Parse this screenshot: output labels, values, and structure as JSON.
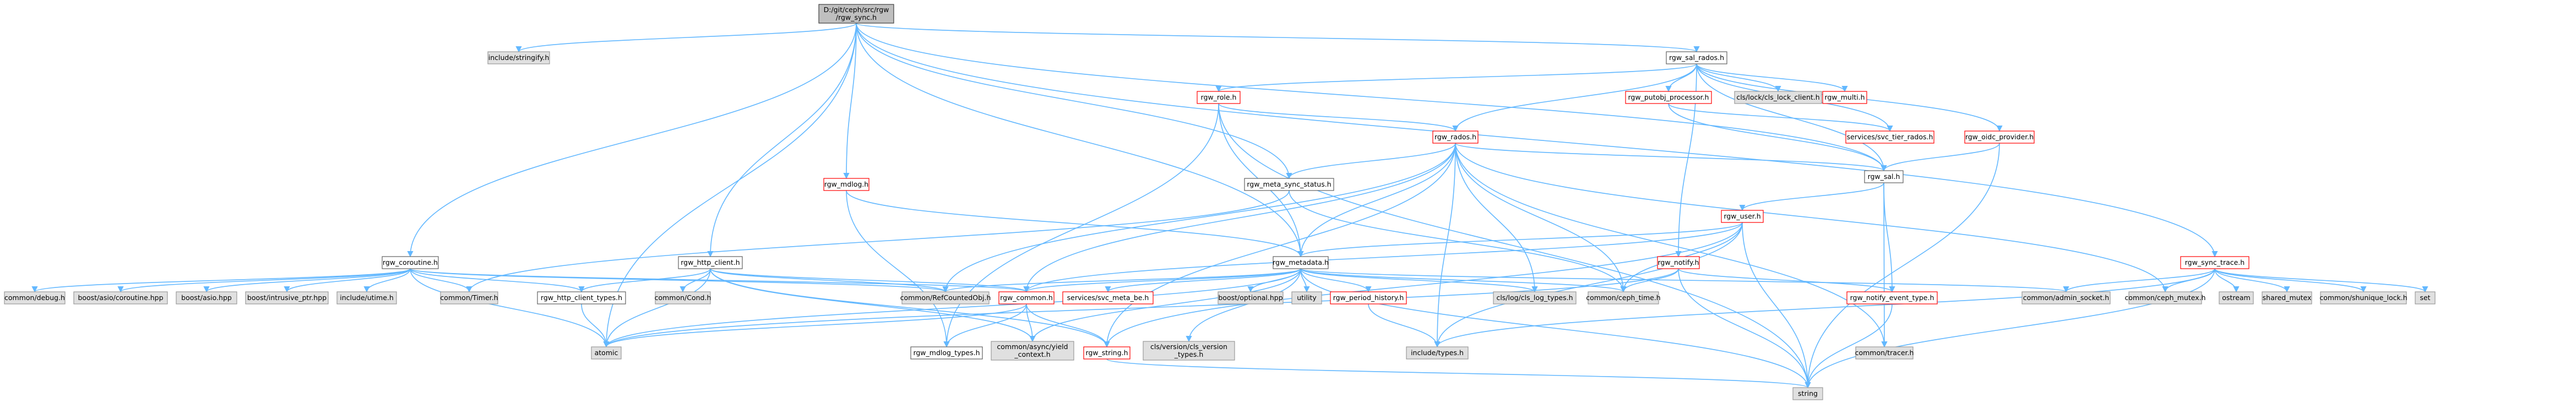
{
  "diagram": {
    "type": "include-dependency-graph",
    "colors": {
      "edge": "#63b8ff",
      "root_fill": "#bfbfbf",
      "linked_border": "#606060",
      "incomplete_border": "#ff0000",
      "external_fill": "#e0e0e0"
    },
    "nodes": [
      {
        "id": "n0",
        "label": [
          "D:/git/ceph/src/rgw",
          "/rgw_sync.h"
        ],
        "style": "root"
      },
      {
        "id": "n1",
        "label": [
          "include/stringify.h"
        ],
        "style": "grey"
      },
      {
        "id": "n2",
        "label": [
          "rgw_coroutine.h"
        ],
        "style": "linked"
      },
      {
        "id": "n3",
        "label": [
          "rgw_http_client.h"
        ],
        "style": "linked"
      },
      {
        "id": "n4",
        "label": [
          "rgw_mdlog.h"
        ],
        "style": "red"
      },
      {
        "id": "n5",
        "label": [
          "rgw_meta_sync_status.h"
        ],
        "style": "linked"
      },
      {
        "id": "n6",
        "label": [
          "rgw_sal_rados.h"
        ],
        "style": "linked"
      },
      {
        "id": "n7",
        "label": [
          "rgw_role.h"
        ],
        "style": "red"
      },
      {
        "id": "n8",
        "label": [
          "rgw_rados.h"
        ],
        "style": "red"
      },
      {
        "id": "n9",
        "label": [
          "rgw_putobj_processor.h"
        ],
        "style": "red"
      },
      {
        "id": "n10",
        "label": [
          "cls/lock/cls_lock_client.h"
        ],
        "style": "grey"
      },
      {
        "id": "n11",
        "label": [
          "rgw_multi.h"
        ],
        "style": "red"
      },
      {
        "id": "n12",
        "label": [
          "services/svc_tier_rados.h"
        ],
        "style": "red"
      },
      {
        "id": "n13",
        "label": [
          "rgw_oidc_provider.h"
        ],
        "style": "red"
      },
      {
        "id": "n14",
        "label": [
          "rgw_sal.h"
        ],
        "style": "linked"
      },
      {
        "id": "n15",
        "label": [
          "rgw_user.h"
        ],
        "style": "red"
      },
      {
        "id": "n16",
        "label": [
          "rgw_notify.h"
        ],
        "style": "red"
      },
      {
        "id": "n17",
        "label": [
          "rgw_metadata.h"
        ],
        "style": "linked"
      },
      {
        "id": "n18",
        "label": [
          "rgw_sync_trace.h"
        ],
        "style": "red"
      },
      {
        "id": "n19",
        "label": [
          "common/RefCountedObj.h"
        ],
        "style": "grey"
      },
      {
        "id": "n20",
        "label": [
          "common/ceph_time.h"
        ],
        "style": "grey"
      },
      {
        "id": "n21",
        "label": [
          "cls/log/cls_log_types.h"
        ],
        "style": "grey"
      },
      {
        "id": "n22",
        "label": [
          "rgw_notify_event_type.h"
        ],
        "style": "red"
      },
      {
        "id": "n23",
        "label": [
          "common/admin_socket.h"
        ],
        "style": "grey"
      },
      {
        "id": "n24",
        "label": [
          "common/ceph_mutex.h"
        ],
        "style": "grey"
      },
      {
        "id": "n25",
        "label": [
          "ostream"
        ],
        "style": "grey"
      },
      {
        "id": "n26",
        "label": [
          "shared_mutex"
        ],
        "style": "grey"
      },
      {
        "id": "n27",
        "label": [
          "common/shunique_lock.h"
        ],
        "style": "grey"
      },
      {
        "id": "n28",
        "label": [
          "set"
        ],
        "style": "grey"
      },
      {
        "id": "n29",
        "label": [
          "common/debug.h"
        ],
        "style": "grey"
      },
      {
        "id": "n30",
        "label": [
          "boost/asio/coroutine.hpp"
        ],
        "style": "grey"
      },
      {
        "id": "n31",
        "label": [
          "boost/asio.hpp"
        ],
        "style": "grey"
      },
      {
        "id": "n32",
        "label": [
          "boost/intrusive_ptr.hpp"
        ],
        "style": "grey"
      },
      {
        "id": "n33",
        "label": [
          "include/utime.h"
        ],
        "style": "grey"
      },
      {
        "id": "n34",
        "label": [
          "common/Timer.h"
        ],
        "style": "grey"
      },
      {
        "id": "n35",
        "label": [
          "rgw_http_client_types.h"
        ],
        "style": "linked"
      },
      {
        "id": "n36",
        "label": [
          "common/Cond.h"
        ],
        "style": "grey"
      },
      {
        "id": "n37",
        "label": [
          "rgw_common.h"
        ],
        "style": "red"
      },
      {
        "id": "n38",
        "label": [
          "services/svc_meta_be.h"
        ],
        "style": "red"
      },
      {
        "id": "n39",
        "label": [
          "boost/optional.hpp"
        ],
        "style": "grey"
      },
      {
        "id": "n40",
        "label": [
          "utility"
        ],
        "style": "grey"
      },
      {
        "id": "n41",
        "label": [
          "rgw_period_history.h"
        ],
        "style": "red"
      },
      {
        "id": "n42",
        "label": [
          "atomic"
        ],
        "style": "grey"
      },
      {
        "id": "n43",
        "label": [
          "rgw_mdlog_types.h"
        ],
        "style": "linked"
      },
      {
        "id": "n44",
        "label": [
          "common/async/yield",
          "_context.h"
        ],
        "style": "grey"
      },
      {
        "id": "n45",
        "label": [
          "rgw_string.h"
        ],
        "style": "red"
      },
      {
        "id": "n46",
        "label": [
          "cls/version/cls_version",
          "_types.h"
        ],
        "style": "grey"
      },
      {
        "id": "n47",
        "label": [
          "include/types.h"
        ],
        "style": "grey"
      },
      {
        "id": "n48",
        "label": [
          "common/tracer.h"
        ],
        "style": "grey"
      },
      {
        "id": "n49",
        "label": [
          "string"
        ],
        "style": "grey"
      }
    ],
    "edges": [
      [
        "n0",
        "n1"
      ],
      [
        "n0",
        "n2"
      ],
      [
        "n0",
        "n3"
      ],
      [
        "n0",
        "n4"
      ],
      [
        "n0",
        "n5"
      ],
      [
        "n0",
        "n6"
      ],
      [
        "n0",
        "n14"
      ],
      [
        "n0",
        "n17"
      ],
      [
        "n0",
        "n18"
      ],
      [
        "n0",
        "n42"
      ],
      [
        "n6",
        "n7"
      ],
      [
        "n6",
        "n8"
      ],
      [
        "n6",
        "n9"
      ],
      [
        "n6",
        "n10"
      ],
      [
        "n6",
        "n11"
      ],
      [
        "n6",
        "n12"
      ],
      [
        "n6",
        "n13"
      ],
      [
        "n6",
        "n14"
      ],
      [
        "n6",
        "n16"
      ],
      [
        "n7",
        "n17"
      ],
      [
        "n7",
        "n8"
      ],
      [
        "n7",
        "n43"
      ],
      [
        "n7",
        "n49"
      ],
      [
        "n8",
        "n5"
      ],
      [
        "n8",
        "n14"
      ],
      [
        "n8",
        "n17"
      ],
      [
        "n8",
        "n19"
      ],
      [
        "n8",
        "n20"
      ],
      [
        "n8",
        "n21"
      ],
      [
        "n8",
        "n24"
      ],
      [
        "n8",
        "n47"
      ],
      [
        "n8",
        "n37"
      ],
      [
        "n8",
        "n45"
      ],
      [
        "n8",
        "n48"
      ],
      [
        "n9",
        "n12"
      ],
      [
        "n9",
        "n14"
      ],
      [
        "n13",
        "n14"
      ],
      [
        "n13",
        "n49"
      ],
      [
        "n14",
        "n15"
      ],
      [
        "n14",
        "n22"
      ],
      [
        "n14",
        "n48"
      ],
      [
        "n15",
        "n17"
      ],
      [
        "n15",
        "n20"
      ],
      [
        "n15",
        "n37"
      ],
      [
        "n15",
        "n45"
      ],
      [
        "n15",
        "n47"
      ],
      [
        "n15",
        "n49"
      ],
      [
        "n16",
        "n20"
      ],
      [
        "n16",
        "n22"
      ],
      [
        "n16",
        "n49"
      ],
      [
        "n16",
        "n42"
      ],
      [
        "n4",
        "n17"
      ],
      [
        "n4",
        "n43"
      ],
      [
        "n5",
        "n20"
      ],
      [
        "n5",
        "n34"
      ],
      [
        "n17",
        "n19"
      ],
      [
        "n17",
        "n20"
      ],
      [
        "n17",
        "n21"
      ],
      [
        "n17",
        "n23"
      ],
      [
        "n17",
        "n37"
      ],
      [
        "n17",
        "n38"
      ],
      [
        "n17",
        "n39"
      ],
      [
        "n17",
        "n40"
      ],
      [
        "n17",
        "n41"
      ],
      [
        "n17",
        "n42"
      ],
      [
        "n17",
        "n44"
      ],
      [
        "n17",
        "n46"
      ],
      [
        "n17",
        "n49"
      ],
      [
        "n18",
        "n23"
      ],
      [
        "n18",
        "n24"
      ],
      [
        "n18",
        "n25"
      ],
      [
        "n18",
        "n26"
      ],
      [
        "n18",
        "n27"
      ],
      [
        "n18",
        "n28"
      ],
      [
        "n18",
        "n49"
      ],
      [
        "n18",
        "n47"
      ],
      [
        "n2",
        "n29"
      ],
      [
        "n2",
        "n30"
      ],
      [
        "n2",
        "n31"
      ],
      [
        "n2",
        "n32"
      ],
      [
        "n2",
        "n33"
      ],
      [
        "n2",
        "n34"
      ],
      [
        "n2",
        "n35"
      ],
      [
        "n2",
        "n19"
      ],
      [
        "n2",
        "n42"
      ],
      [
        "n2",
        "n37"
      ],
      [
        "n3",
        "n35"
      ],
      [
        "n3",
        "n36"
      ],
      [
        "n3",
        "n19"
      ],
      [
        "n3",
        "n42"
      ],
      [
        "n3",
        "n44"
      ],
      [
        "n3",
        "n37"
      ],
      [
        "n3",
        "n45"
      ],
      [
        "n35",
        "n42"
      ],
      [
        "n37",
        "n42"
      ],
      [
        "n37",
        "n44"
      ],
      [
        "n37",
        "n45"
      ],
      [
        "n37",
        "n43"
      ],
      [
        "n45",
        "n49"
      ],
      [
        "n22",
        "n49"
      ],
      [
        "n41",
        "n47"
      ]
    ]
  }
}
